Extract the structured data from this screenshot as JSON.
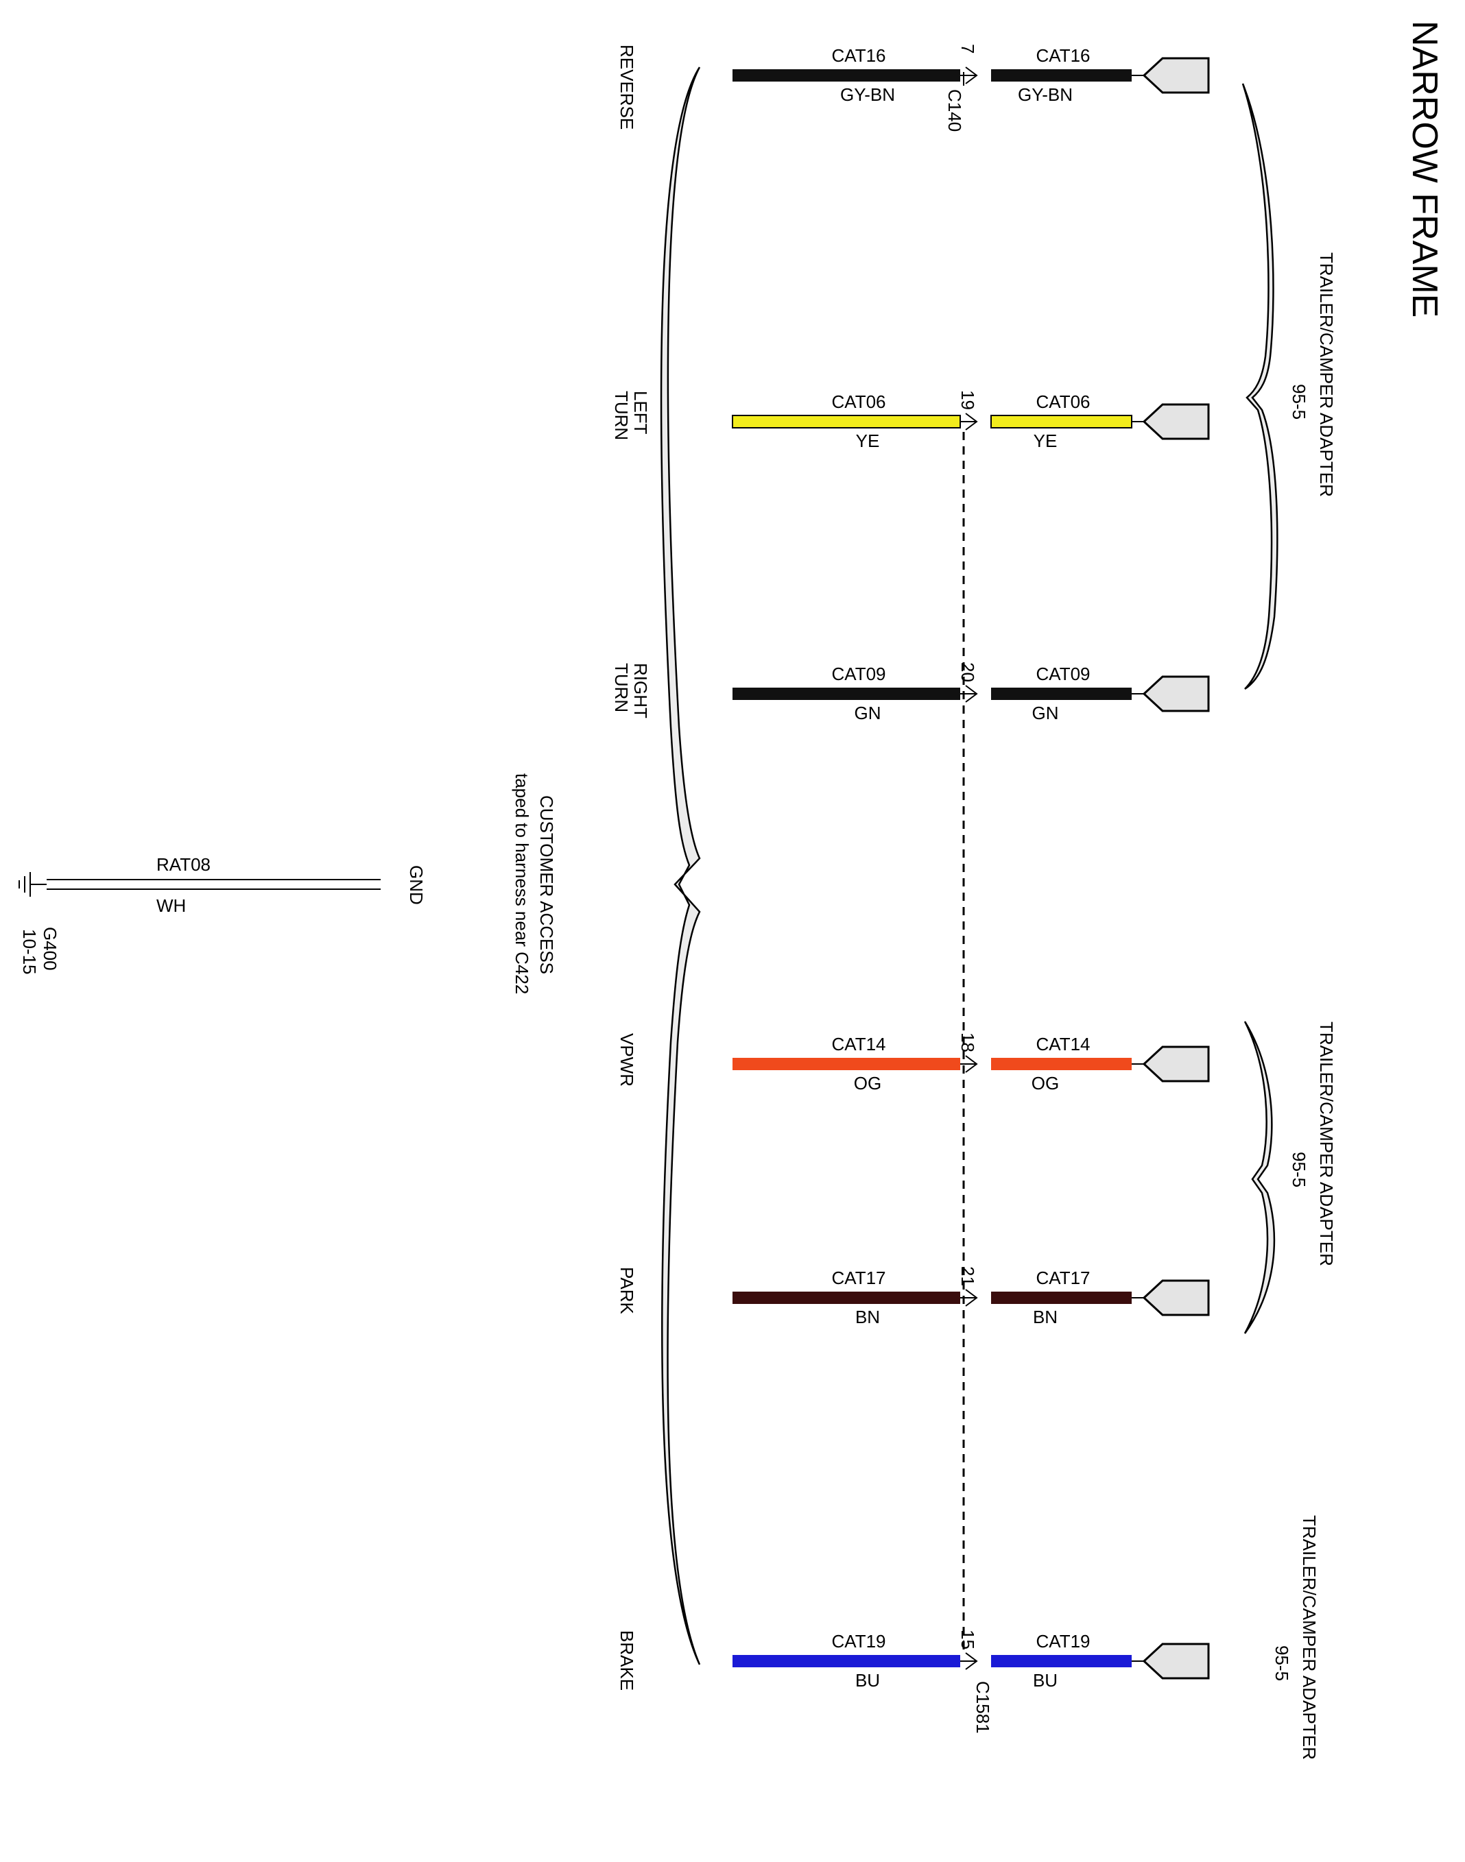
{
  "title": "NARROW FRAME",
  "wires": [
    {
      "signal": "REVERSE",
      "left_circuit": "CAT16",
      "left_color_code": "GY-BN",
      "right_circuit": "CAT16",
      "right_color_code": "GY-BN",
      "pin": "7",
      "wire_color": "#111111"
    },
    {
      "signal": "LEFT\nTURN",
      "left_circuit": "CAT06",
      "left_color_code": "YE",
      "right_circuit": "CAT06",
      "right_color_code": "YE",
      "pin": "19",
      "wire_color": "#f2ec1c"
    },
    {
      "signal": "RIGHT\nTURN",
      "left_circuit": "CAT09",
      "left_color_code": "GN",
      "right_circuit": "CAT09",
      "right_color_code": "GN",
      "pin": "20",
      "wire_color": "#111111"
    },
    {
      "signal": "VPWR",
      "left_circuit": "CAT14",
      "left_color_code": "OG",
      "right_circuit": "CAT14",
      "right_color_code": "OG",
      "pin": "18",
      "wire_color": "#f04a1c"
    },
    {
      "signal": "PARK",
      "left_circuit": "CAT17",
      "left_color_code": "BN",
      "right_circuit": "CAT17",
      "right_color_code": "BN",
      "pin": "21",
      "wire_color": "#3a0d0d"
    },
    {
      "signal": "BRAKE",
      "left_circuit": "CAT19",
      "left_color_code": "BU",
      "right_circuit": "CAT19",
      "right_color_code": "BU",
      "pin": "15",
      "wire_color": "#1a1ad6"
    }
  ],
  "connectors": {
    "top": "C140",
    "bottom": "C1581"
  },
  "adapter_labels": [
    {
      "name": "TRAILER/CAMPER ADAPTER",
      "ref": "95-5"
    },
    {
      "name": "TRAILER/CAMPER ADAPTER",
      "ref": "95-5"
    },
    {
      "name": "TRAILER/CAMPER ADAPTER",
      "ref": "95-5"
    }
  ],
  "customer_access": {
    "line1": "CUSTOMER ACCESS",
    "line2": "taped to harness near C422"
  },
  "ground": {
    "circuit": "RAT08",
    "color_code": "WH",
    "label": "GND",
    "ground_id": "G400",
    "ground_ref": "10-15"
  }
}
